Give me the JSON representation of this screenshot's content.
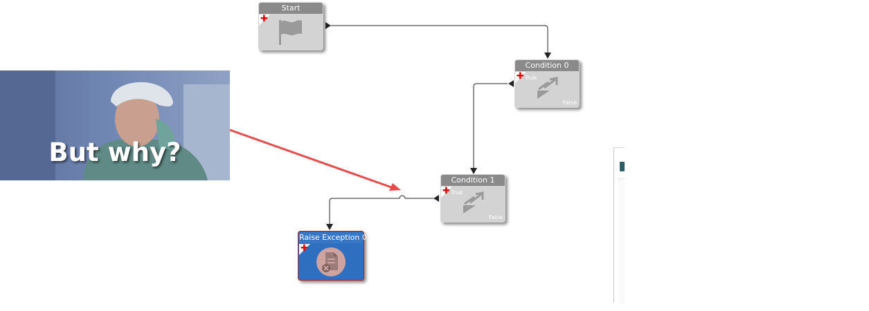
{
  "nodes": {
    "start": {
      "title": "Start"
    },
    "condition0": {
      "title": "Condition 0",
      "true_label": "True",
      "false_label": "False"
    },
    "condition1": {
      "title": "Condition 1",
      "true_label": "True",
      "false_label": "False"
    },
    "raise": {
      "title": "Raise Exception 0"
    }
  },
  "meme": {
    "caption": "But why?"
  },
  "colors": {
    "node_body": "#d3d3d3",
    "node_title": "#8a8a8a",
    "raise_body": "#2f6fbf",
    "raise_border": "#a8242b",
    "plus": "#e00000",
    "annotation_arrow": "#e84a4a"
  }
}
